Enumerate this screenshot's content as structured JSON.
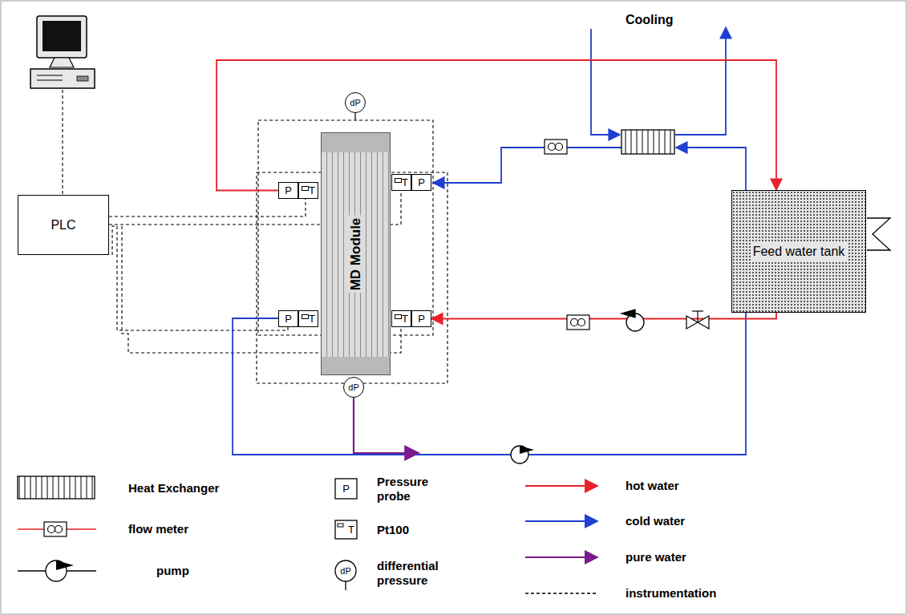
{
  "diagram": {
    "nodes": [
      {
        "text": [
          "PLC"
        ]
      },
      {
        "text": [
          "MD Module"
        ]
      },
      {
        "text": [
          "P"
        ]
      },
      {
        "text": [
          "T"
        ]
      },
      {
        "text": [
          "dP"
        ]
      },
      {
        "text": [
          "T"
        ]
      },
      {
        "text": [
          "P"
        ]
      },
      {
        "text": [
          "Feed water tank"
        ]
      },
      {
        "text": [
          "P"
        ]
      },
      {
        "text": [
          "T"
        ]
      },
      {
        "text": [
          "T"
        ]
      },
      {
        "text": [
          "P"
        ]
      },
      {
        "text": [
          "dP"
        ]
      }
    ],
    "edges": [
      {
        "from": 2,
        "to": 7,
        "arrow": "to"
      },
      {
        "from": 7,
        "to": 11,
        "arrow": "to"
      }
    ],
    "labels": [
      "Cooling",
      "P",
      "T",
      "dP"
    ],
    "legend": [
      {
        "text": "Heat Exchanger"
      },
      {
        "text": "flow meter"
      },
      {
        "text": "pump"
      },
      {
        "text": "Pressure probe"
      },
      {
        "text": "Pt100"
      },
      {
        "text": "differential pressure"
      },
      {
        "text": "hot water",
        "color": "#e8232a"
      },
      {
        "text": "cold water",
        "color": "#1f3fd1"
      },
      {
        "text": "pure water",
        "color": "#7a1a8c"
      },
      {
        "text": "instrumentation"
      }
    ]
  }
}
